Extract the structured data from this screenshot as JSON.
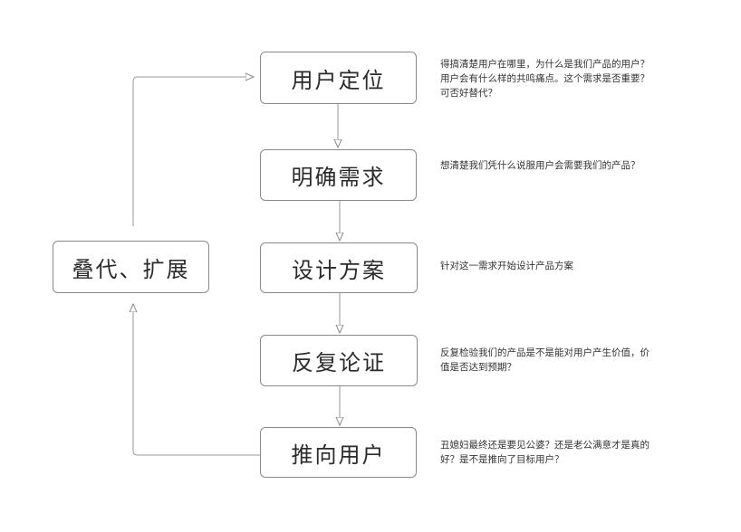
{
  "diagram": {
    "steps": [
      {
        "label": "用户定位",
        "note": "得搞清楚用户在哪里，为什么是我们产品的用户？用户会有什么样的共鸣痛点。这个需求是否重要？可否好替代？"
      },
      {
        "label": "明确需求",
        "note": "想清楚我们凭什么说服用户会需要我们的产品？"
      },
      {
        "label": "设计方案",
        "note": "针对这一需求开始设计产品方案"
      },
      {
        "label": "反复论证",
        "note": "反复检验我们的产品是不是能对用户产生价值，价值是否达到预期？"
      },
      {
        "label": "推向用户",
        "note": "丑媳妇最终还是要见公婆？还是老公满意才是真的好？是不是推向了目标用户？"
      }
    ],
    "loop": {
      "label": "叠代、扩展"
    }
  },
  "colors": {
    "border": "#8a8a8a",
    "line": "#9a9a9a",
    "text": "#2b2b2b"
  }
}
